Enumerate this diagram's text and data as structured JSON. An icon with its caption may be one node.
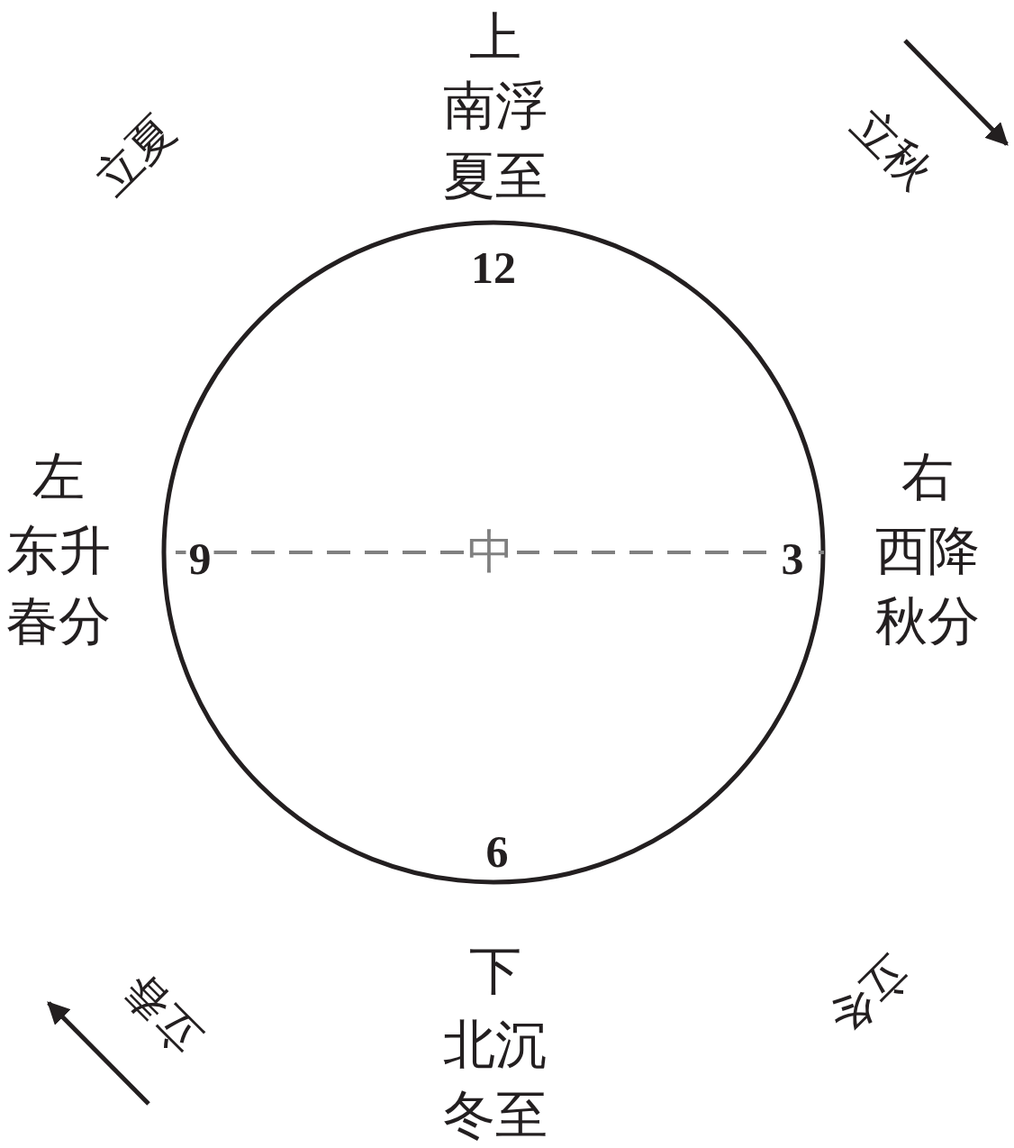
{
  "diagram": {
    "labels": [
      "上",
      "南浮",
      "夏至",
      "立夏",
      "立秋",
      "12",
      "左",
      "东升",
      "春分",
      "9",
      "中",
      "3",
      "右",
      "西降",
      "秋分",
      "6",
      "下",
      "北沉",
      "冬至",
      "立春",
      "立冬"
    ]
  }
}
